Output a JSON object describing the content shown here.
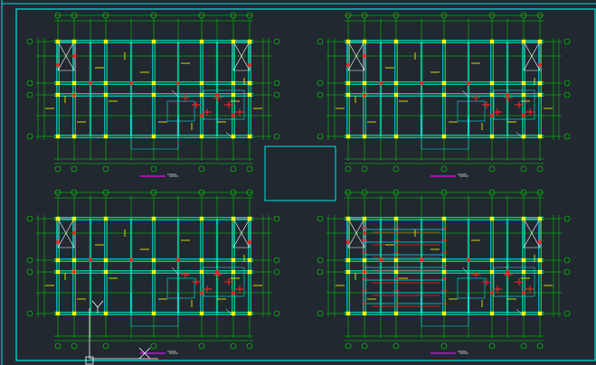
{
  "drawing": {
    "colors": {
      "background": "#212830",
      "frame": "#00e5e5",
      "grid": "#00e000",
      "beam": "#00e5e5",
      "column": "#ffff00",
      "rebar": "#ff2020",
      "dimension": "#ffff00",
      "title_underline": "#ff00ff",
      "ucs": "#ffffff"
    },
    "plans": [
      {
        "id": "plan-top-left",
        "variant": "standard"
      },
      {
        "id": "plan-top-right",
        "variant": "standard"
      },
      {
        "id": "plan-bottom-left",
        "variant": "standard"
      },
      {
        "id": "plan-bottom-right",
        "variant": "slab"
      }
    ],
    "center_box": {
      "label": ""
    }
  }
}
